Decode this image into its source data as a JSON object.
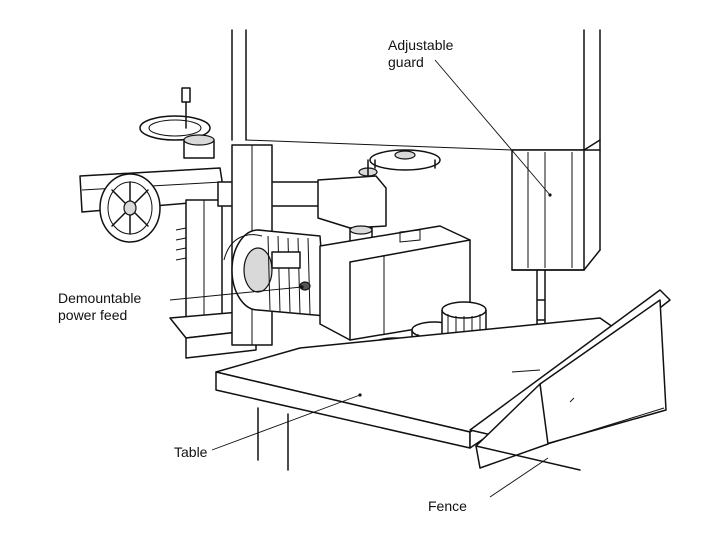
{
  "labels": {
    "adjustable_guard": [
      "Adjustable",
      "guard"
    ],
    "demountable_power_feed": [
      "Demountable",
      "power feed"
    ],
    "table": "Table",
    "fence": "Fence"
  }
}
